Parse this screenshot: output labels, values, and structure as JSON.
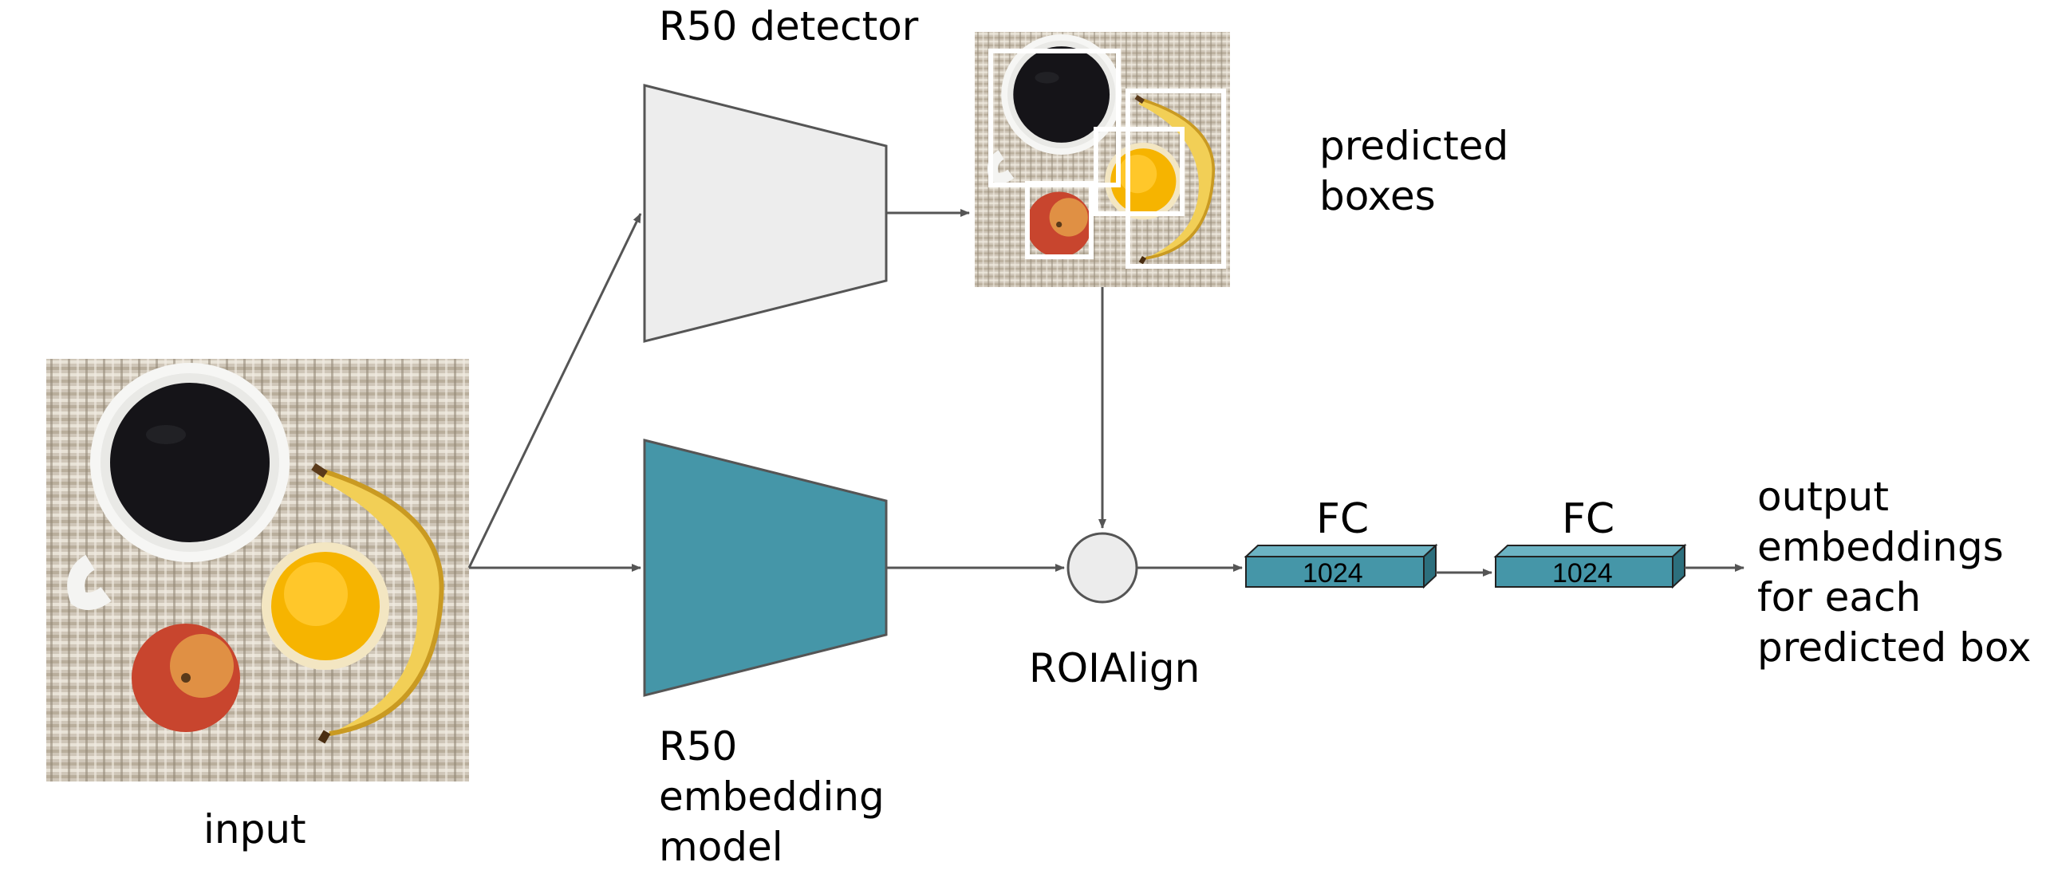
{
  "labels": {
    "input": "input",
    "detector": "R50 detector",
    "predicted_boxes": [
      "predicted",
      "boxes"
    ],
    "embedding_model": [
      "R50",
      "embedding",
      "model"
    ],
    "roialign": "ROIAlign",
    "fc1_head": "FC",
    "fc1_dim": "1024",
    "fc2_head": "FC",
    "fc2_dim": "1024",
    "output": [
      "output",
      "embeddings",
      "for each",
      "predicted box"
    ]
  },
  "colors": {
    "detector_fill": "#ededed",
    "embedding_fill": "#4596a8",
    "fc_front": "#4596a8",
    "fc_top": "#6cb3c3",
    "fc_side": "#2c6f7d",
    "arrow": "#555555",
    "roi_fill": "#ececec",
    "box_outline": "#ffffff"
  },
  "icons": {
    "input_photo": "breakfast-photo-icon",
    "predicted_photo": "breakfast-photo-with-boxes-icon"
  }
}
